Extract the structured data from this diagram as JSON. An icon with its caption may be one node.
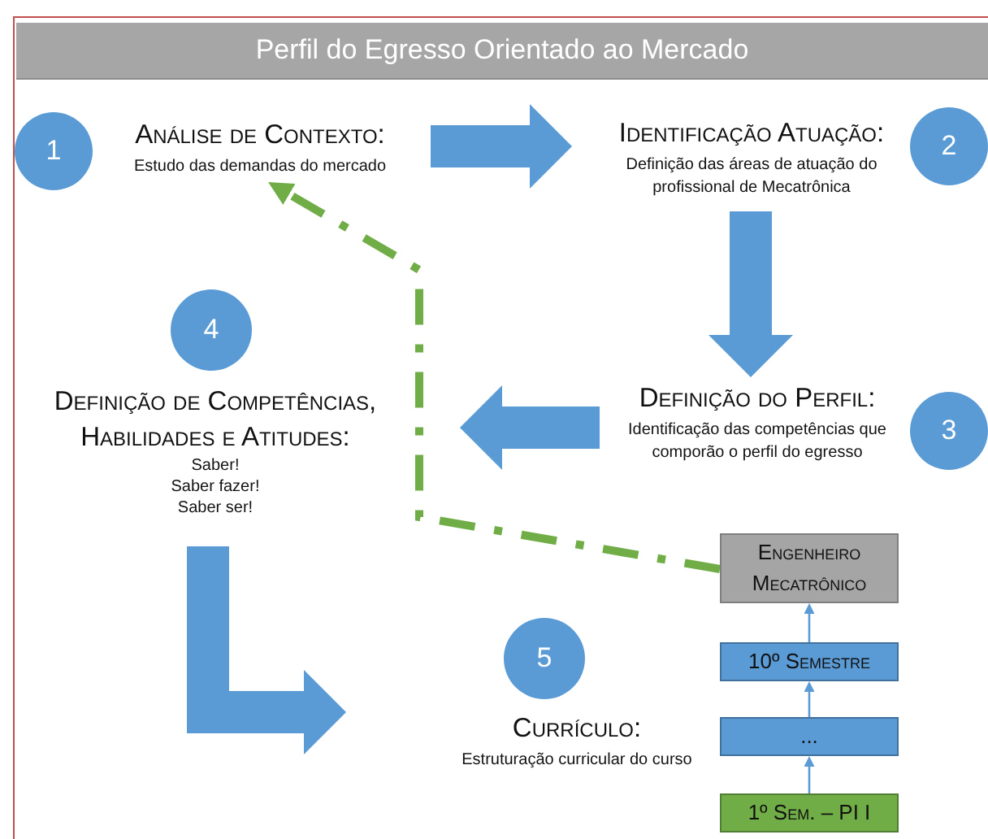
{
  "diagram": {
    "title": "Perfil do Egresso Orientado ao Mercado",
    "nodes": [
      {
        "text": [
          "1"
        ]
      },
      {
        "text": [
          "Análise de Contexto:",
          "Estudo das demandas do mercado"
        ]
      },
      {
        "text": [
          "Identificação Atuação:",
          "Definição das áreas de atuação do profissional de Mecatrônica"
        ]
      },
      {
        "text": [
          "2"
        ]
      },
      {
        "text": [
          "4"
        ]
      },
      {
        "text": [
          "Definição de Competências, Habilidades e Atitudes:",
          "Saber!",
          "Saber fazer!",
          "Saber ser!"
        ]
      },
      {
        "text": [
          "Definição do Perfil:",
          "Identificação das competências que comporão o perfil do egresso"
        ]
      },
      {
        "text": [
          "3"
        ]
      },
      {
        "text": [
          "5"
        ]
      },
      {
        "text": [
          "Currículo:",
          "Estruturação curricular do curso"
        ]
      },
      {
        "text": [
          "Engenheiro Mecatrônico"
        ]
      },
      {
        "text": [
          "10º Semestre"
        ]
      },
      {
        "text": [
          "..."
        ]
      },
      {
        "text": [
          "1º Sem. – PI I"
        ]
      }
    ],
    "edges": [
      {
        "from": 1,
        "to": 2,
        "arrow": "to",
        "style": "thick"
      },
      {
        "from": 2,
        "to": 6,
        "arrow": "to",
        "style": "thick"
      },
      {
        "from": 6,
        "to": 5,
        "arrow": "to",
        "style": "thick"
      },
      {
        "from": 5,
        "to": 9,
        "arrow": "to",
        "style": "thick"
      },
      {
        "from": 10,
        "to": 1,
        "arrow": "to",
        "style": "dashed",
        "color": "#70ad47"
      },
      {
        "from": 13,
        "to": 12,
        "arrow": "to"
      },
      {
        "from": 12,
        "to": 11,
        "arrow": "to"
      },
      {
        "from": 11,
        "to": 10,
        "arrow": "to"
      }
    ]
  }
}
